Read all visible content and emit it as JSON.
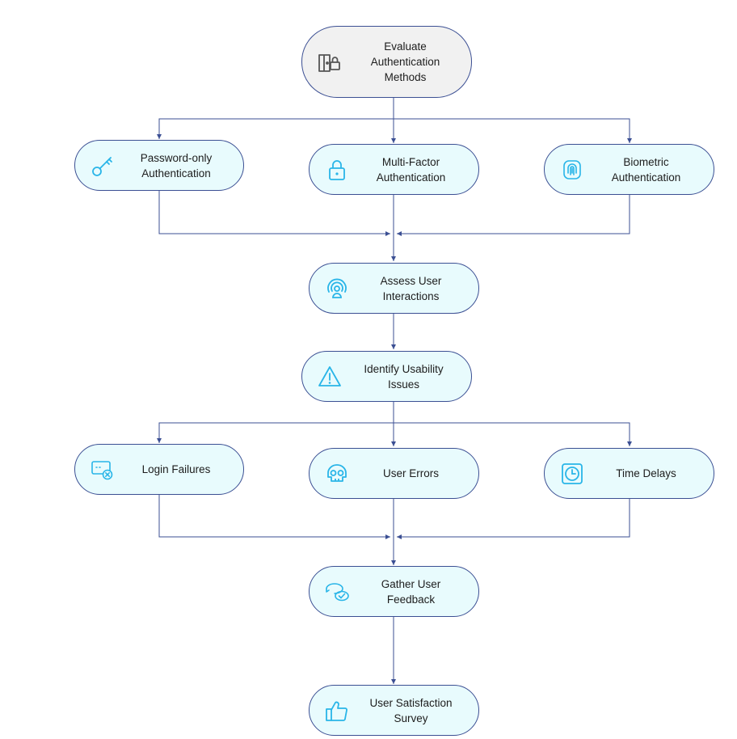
{
  "diagram": {
    "nodes": {
      "evaluate": {
        "label": "Evaluate\nAuthentication\nMethods",
        "icon": "door-lock-icon"
      },
      "password": {
        "label": "Password-only\nAuthentication",
        "icon": "key-icon"
      },
      "mfa": {
        "label": "Multi-Factor\nAuthentication",
        "icon": "padlock-icon"
      },
      "biometric": {
        "label": "Biometric\nAuthentication",
        "icon": "fingerprint-icon"
      },
      "assess": {
        "label": "Assess User\nInteractions",
        "icon": "user-signal-icon"
      },
      "identify": {
        "label": "Identify Usability\nIssues",
        "icon": "warning-icon"
      },
      "login_failures": {
        "label": "Login Failures",
        "icon": "login-error-icon"
      },
      "user_errors": {
        "label": "User Errors",
        "icon": "skull-icon"
      },
      "time_delays": {
        "label": "Time Delays",
        "icon": "clock-icon"
      },
      "feedback": {
        "label": "Gather User\nFeedback",
        "icon": "feedback-check-icon"
      },
      "survey": {
        "label": "User Satisfaction\nSurvey",
        "icon": "thumbs-up-icon"
      }
    },
    "colors": {
      "node_fill": "#e8fbfd",
      "root_fill": "#f1f1f1",
      "border": "#3b4f93",
      "icon": "#29b5e8",
      "root_icon": "#555555"
    }
  }
}
